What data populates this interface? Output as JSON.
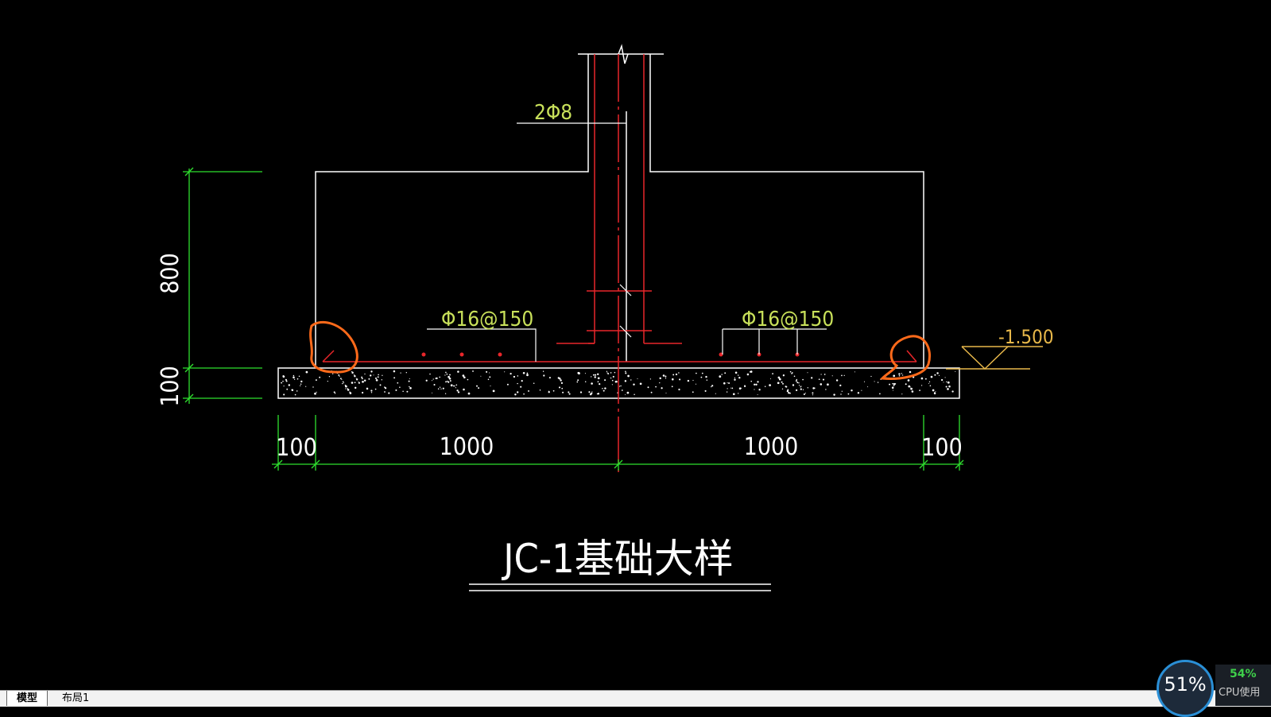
{
  "drawing": {
    "title": "JC-1基础大样",
    "dims_horizontal": [
      "100",
      "1000",
      "1000",
      "100"
    ],
    "dims_vertical": [
      "800",
      "100"
    ],
    "label_column_rebar": "2Φ8",
    "label_bottom_rebar_left": "Φ16@150",
    "label_bottom_rebar_right": "Φ16@150",
    "elevation": "-1.500"
  },
  "colors": {
    "outline": "#ffffff",
    "rebar": "#e8262a",
    "dimension": "#2ee02e",
    "annotation": "#c8e05a",
    "markup": "#ff6a1a"
  },
  "tabs": [
    {
      "label": "模型",
      "active": true
    },
    {
      "label": "布局1",
      "active": false
    }
  ],
  "cpu": {
    "percent": "51%",
    "usage": "54%",
    "usage_label": "CPU使用"
  }
}
